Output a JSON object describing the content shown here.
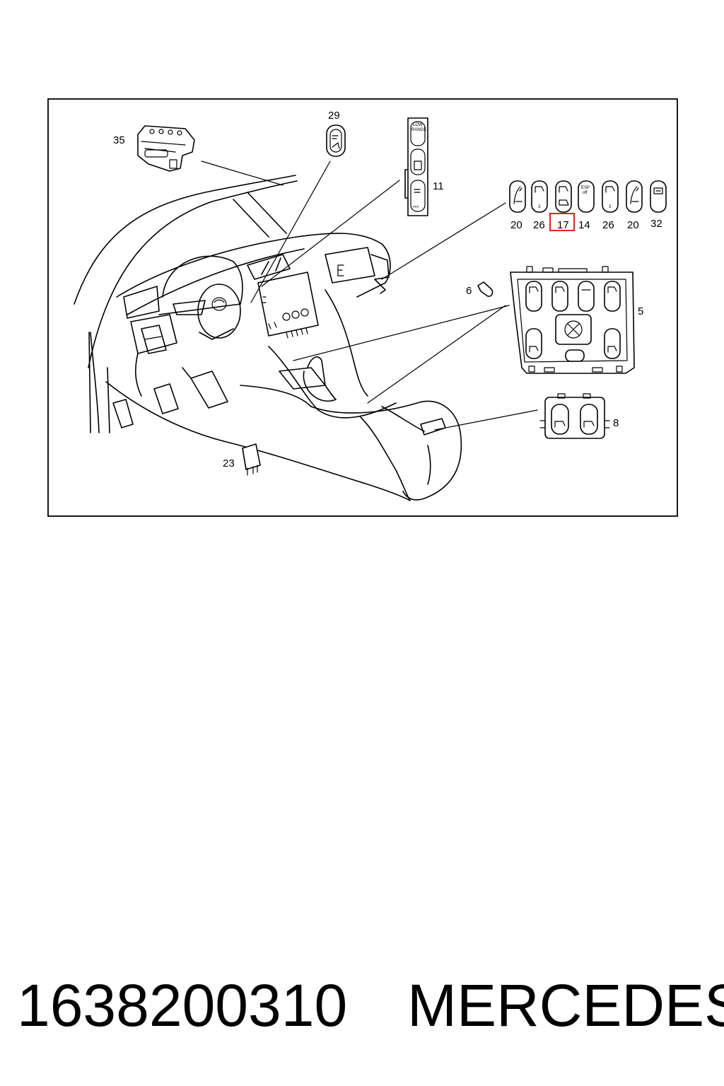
{
  "callouts": {
    "c35": "35",
    "c29": "29",
    "c11": "11",
    "c20a": "20",
    "c26a": "26",
    "c17": "17",
    "c14": "14",
    "c26b": "26",
    "c20b": "20",
    "c32": "32",
    "c6": "6",
    "c5": "5",
    "c8": "8",
    "c23": "23"
  },
  "switch_labels": {
    "low": "LOW",
    "range": "RANGE",
    "esp": "ESP",
    "off": "off",
    "three_a": "3",
    "three_b": "3",
    "bottom_11": "∞∞"
  },
  "highlight": {
    "part": "17",
    "color": "#e02020"
  },
  "footer": {
    "part_number": "1638200310",
    "brand": "MERCEDES"
  }
}
